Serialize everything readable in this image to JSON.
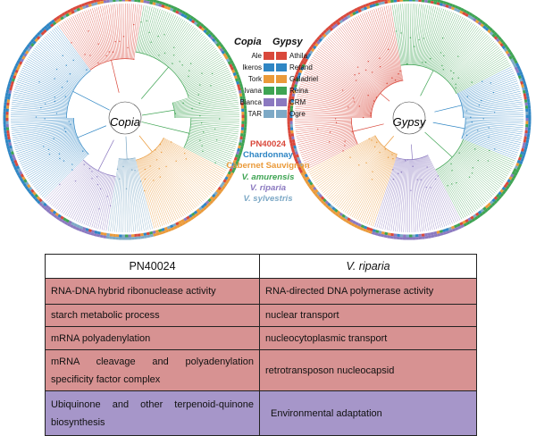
{
  "figure": {
    "trees": [
      {
        "label": "Copia"
      },
      {
        "label": "Gypsy"
      }
    ],
    "legend": {
      "copia_header": "Copia",
      "gypsy_header": "Gypsy",
      "rows": [
        {
          "copia": "Ale",
          "gypsy": "Athila",
          "copia_color": "#d9483b",
          "gypsy_color": "#d9483b"
        },
        {
          "copia": "Ikeros",
          "gypsy": "Retand",
          "copia_color": "#2f86c4",
          "gypsy_color": "#2f86c4"
        },
        {
          "copia": "Tork",
          "gypsy": "Galadriel",
          "copia_color": "#ea9a3a",
          "gypsy_color": "#ea9a3a"
        },
        {
          "copia": "Ivana",
          "gypsy": "Reina",
          "copia_color": "#3ea453",
          "gypsy_color": "#3ea453"
        },
        {
          "copia": "Bianca",
          "gypsy": "CRM",
          "copia_color": "#8b79c0",
          "gypsy_color": "#8b79c0"
        },
        {
          "copia": "TAR",
          "gypsy": "Ogre",
          "copia_color": "#7da9c6",
          "gypsy_color": "#7da9c6"
        }
      ]
    },
    "genomes": [
      {
        "name": "PN40024",
        "color": "#d9483b",
        "italic": false
      },
      {
        "name": "Chardonnay",
        "color": "#2f86c4",
        "italic": false
      },
      {
        "name": "Cabernet Sauvignon",
        "color": "#ea9a3a",
        "italic": false
      },
      {
        "name": "V. amurensis",
        "color": "#3ea453",
        "italic": true
      },
      {
        "name": "V. riparia",
        "color": "#8b79c0",
        "italic": true
      },
      {
        "name": "V. sylvestris",
        "color": "#7da9c6",
        "italic": true
      }
    ]
  },
  "table": {
    "headers": [
      "PN40024",
      "V. riparia"
    ],
    "rows": [
      {
        "left": "RNA-DNA hybrid ribonuclease activity",
        "right": "RNA-directed DNA polymerase activity"
      },
      {
        "left": "starch metabolic process",
        "right": "nuclear transport"
      },
      {
        "left": "mRNA polyadenylation",
        "right": "nucleocytoplasmic transport"
      },
      {
        "left": "mRNA cleavage and polyadenylation specificity factor complex",
        "right": "retrotransposon nucleocapsid"
      },
      {
        "left": "Ubiquinone and other terpenoid-quinone biosynthesis",
        "right": "Environmental adaptation"
      }
    ],
    "colors": {
      "rna_row": "#d79292",
      "pathway_row": "#a696c9"
    }
  }
}
